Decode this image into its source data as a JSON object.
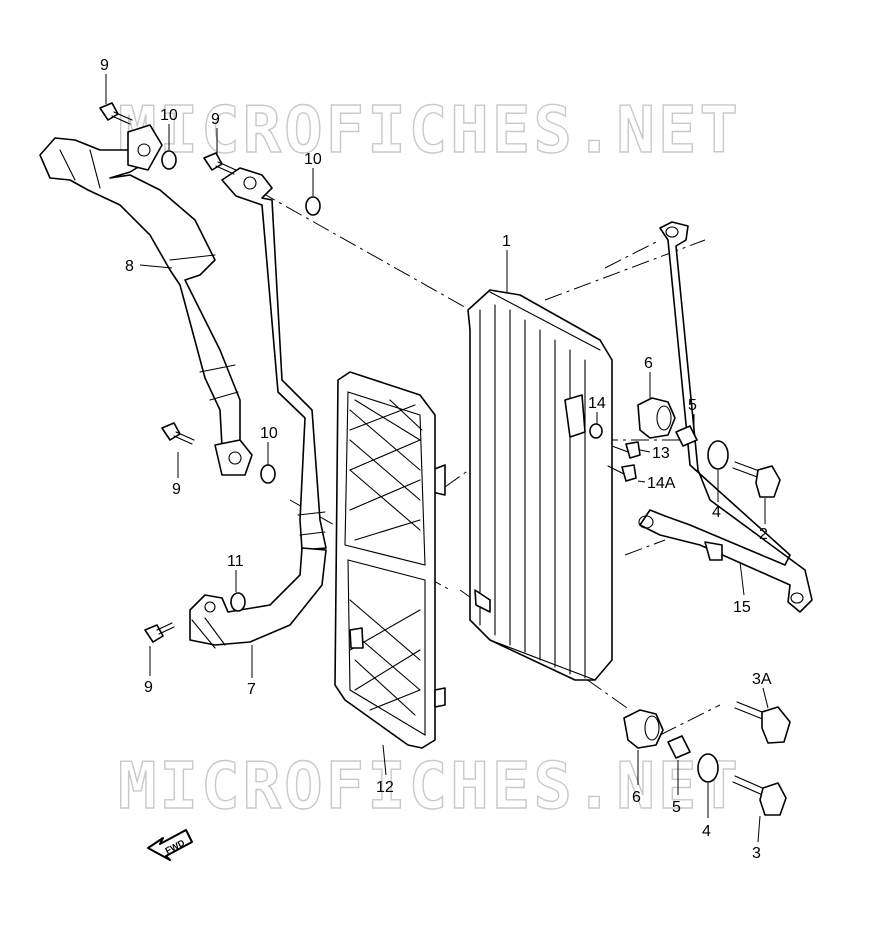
{
  "watermark": {
    "text_top": "MICROFICHES.NET",
    "text_bottom": "MICROFICHES.NET",
    "color": "#c9c9c9"
  },
  "labels": {
    "p1": "1",
    "p2": "2",
    "p3": "3",
    "p3a": "3A",
    "p4a": "4",
    "p4b": "4",
    "p5a": "5",
    "p5b": "5",
    "p6a": "6",
    "p6b": "6",
    "p7": "7",
    "p8": "8",
    "p9a": "9",
    "p9b": "9",
    "p9c": "9",
    "p9d": "9",
    "p10a": "10",
    "p10b": "10",
    "p10c": "10",
    "p11": "11",
    "p12": "12",
    "p13": "13",
    "p14": "14",
    "p14a": "14A",
    "p15": "15"
  },
  "fwd_badge": {
    "text": "FWD",
    "icon": "forward-arrow-icon"
  }
}
